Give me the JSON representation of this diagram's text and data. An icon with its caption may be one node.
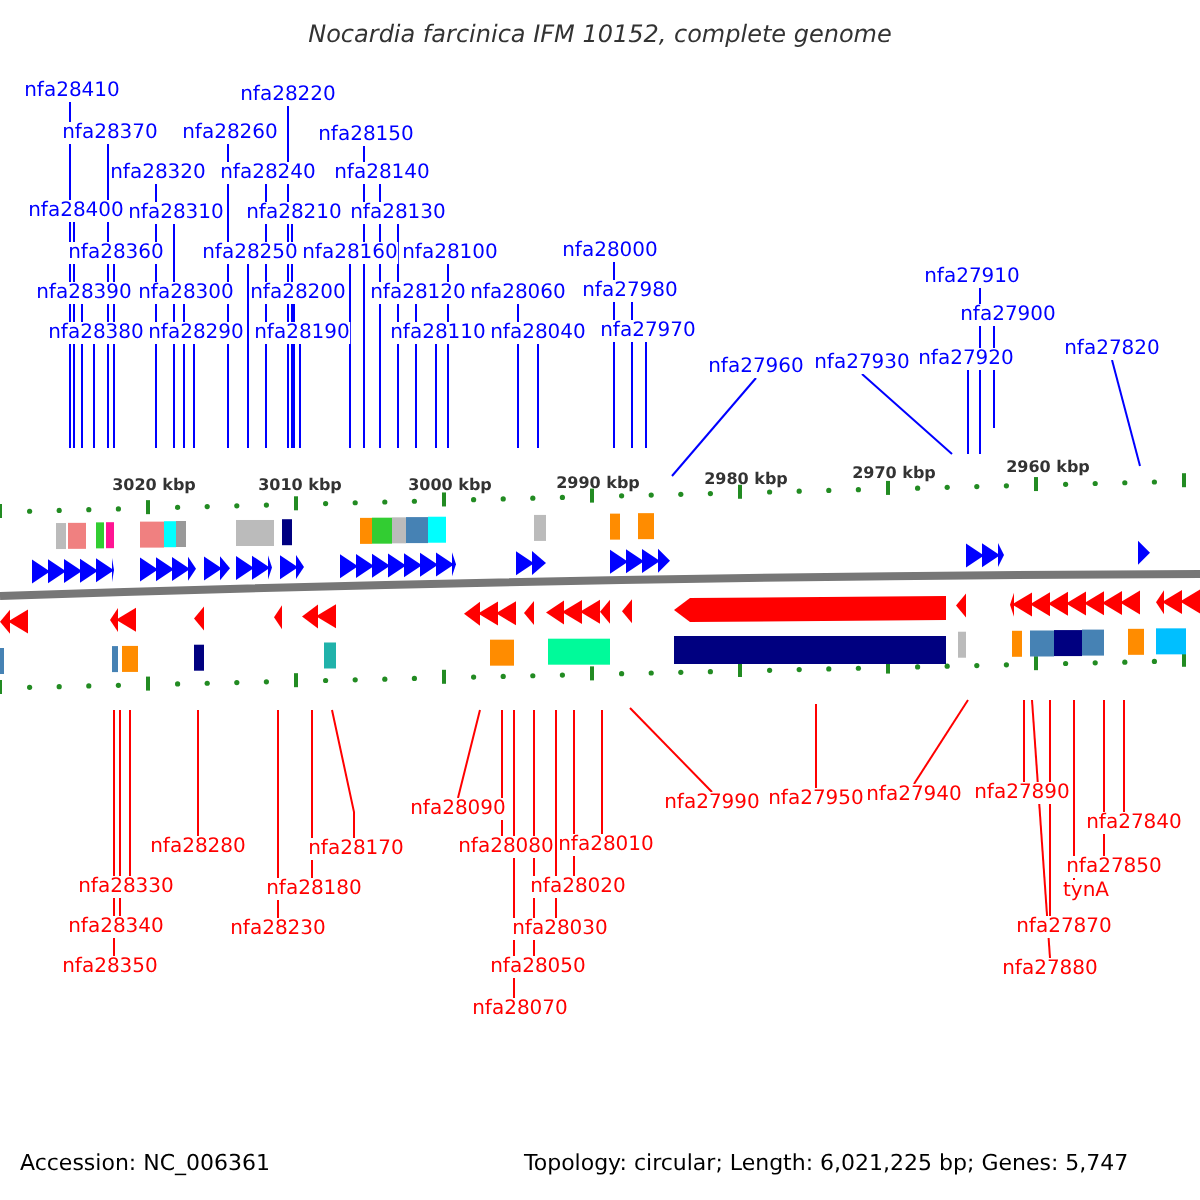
{
  "diagram": {
    "title": "Nocardia farcinica IFM 10152, complete genome",
    "nodes": [
      {
        "text": [
          "nfa28410"
        ]
      },
      {
        "text": [
          "nfa28220"
        ]
      },
      {
        "text": [
          "nfa28370"
        ]
      },
      {
        "text": [
          "nfa28260"
        ]
      },
      {
        "text": [
          "nfa28150"
        ]
      },
      {
        "text": [
          "nfa28320"
        ]
      },
      {
        "text": [
          "nfa28240"
        ]
      },
      {
        "text": [
          "nfa28140"
        ]
      },
      {
        "text": [
          "nfa28400"
        ]
      },
      {
        "text": [
          "nfa28310"
        ]
      },
      {
        "text": [
          "nfa28210"
        ]
      },
      {
        "text": [
          "nfa28130"
        ]
      },
      {
        "text": [
          "nfa28000"
        ]
      },
      {
        "text": [
          "nfa28360"
        ]
      },
      {
        "text": [
          "nfa28250"
        ]
      },
      {
        "text": [
          "nfa28160"
        ]
      },
      {
        "text": [
          "nfa28100"
        ]
      },
      {
        "text": [
          "nfa27910"
        ]
      },
      {
        "text": [
          "nfa28390"
        ]
      },
      {
        "text": [
          "nfa28300"
        ]
      },
      {
        "text": [
          "nfa28200"
        ]
      },
      {
        "text": [
          "nfa28120"
        ]
      },
      {
        "text": [
          "nfa28060"
        ]
      },
      {
        "text": [
          "nfa27980"
        ]
      },
      {
        "text": [
          "nfa27900"
        ]
      },
      {
        "text": [
          "nfa28380"
        ]
      },
      {
        "text": [
          "nfa28290"
        ]
      },
      {
        "text": [
          "nfa28190"
        ]
      },
      {
        "text": [
          "nfa28110"
        ]
      },
      {
        "text": [
          "nfa28040"
        ]
      },
      {
        "text": [
          "nfa27970"
        ]
      },
      {
        "text": [
          "nfa27820"
        ]
      },
      {
        "text": [
          "nfa27920"
        ]
      },
      {
        "text": [
          "nfa27930"
        ]
      },
      {
        "text": [
          "nfa27960"
        ]
      },
      {
        "text": [
          "nfa28090"
        ]
      },
      {
        "text": [
          "nfa27990"
        ]
      },
      {
        "text": [
          "nfa27950"
        ]
      },
      {
        "text": [
          "nfa27940"
        ]
      },
      {
        "text": [
          "nfa27890"
        ]
      },
      {
        "text": [
          "nfa28280"
        ]
      },
      {
        "text": [
          "nfa28170"
        ]
      },
      {
        "text": [
          "nfa28080"
        ]
      },
      {
        "text": [
          "nfa28010"
        ]
      },
      {
        "text": [
          "nfa27840"
        ]
      },
      {
        "text": [
          "nfa27850"
        ]
      },
      {
        "text": [
          "nfa28330"
        ]
      },
      {
        "text": [
          "nfa28180"
        ]
      },
      {
        "text": [
          "nfa28020"
        ]
      },
      {
        "text": [
          "tynA"
        ]
      },
      {
        "text": [
          "nfa28340"
        ]
      },
      {
        "text": [
          "nfa28230"
        ]
      },
      {
        "text": [
          "nfa28030"
        ]
      },
      {
        "text": [
          "nfa27870"
        ]
      },
      {
        "text": [
          "nfa28350"
        ]
      },
      {
        "text": [
          "nfa28050"
        ]
      },
      {
        "text": [
          "nfa27880"
        ]
      },
      {
        "text": [
          "nfa28070"
        ]
      }
    ],
    "edges": [
      {
        "from": 0,
        "to": null,
        "arrow": "none"
      },
      {
        "from": 1,
        "to": null,
        "arrow": "none"
      },
      {
        "from": 2,
        "to": null,
        "arrow": "none"
      },
      {
        "from": 3,
        "to": null,
        "arrow": "none"
      },
      {
        "from": 4,
        "to": null,
        "arrow": "none"
      },
      {
        "from": 5,
        "to": null,
        "arrow": "none"
      },
      {
        "from": 6,
        "to": null,
        "arrow": "none"
      },
      {
        "from": 7,
        "to": null,
        "arrow": "none"
      },
      {
        "from": 8,
        "to": null,
        "arrow": "none"
      },
      {
        "from": 9,
        "to": null,
        "arrow": "none"
      },
      {
        "from": 10,
        "to": null,
        "arrow": "none"
      },
      {
        "from": 11,
        "to": null,
        "arrow": "none"
      },
      {
        "from": 12,
        "to": null,
        "arrow": "none"
      },
      {
        "from": 13,
        "to": null,
        "arrow": "none"
      },
      {
        "from": 14,
        "to": null,
        "arrow": "none"
      },
      {
        "from": 15,
        "to": null,
        "arrow": "none"
      },
      {
        "from": 16,
        "to": null,
        "arrow": "none"
      },
      {
        "from": 17,
        "to": null,
        "arrow": "none"
      },
      {
        "from": 18,
        "to": null,
        "arrow": "none"
      },
      {
        "from": 19,
        "to": null,
        "arrow": "none"
      },
      {
        "from": 20,
        "to": null,
        "arrow": "none"
      },
      {
        "from": 21,
        "to": null,
        "arrow": "none"
      },
      {
        "from": 22,
        "to": null,
        "arrow": "none"
      },
      {
        "from": 23,
        "to": null,
        "arrow": "none"
      },
      {
        "from": 24,
        "to": null,
        "arrow": "none"
      },
      {
        "from": 25,
        "to": null,
        "arrow": "none"
      },
      {
        "from": 26,
        "to": null,
        "arrow": "none"
      },
      {
        "from": 27,
        "to": null,
        "arrow": "none"
      },
      {
        "from": 28,
        "to": null,
        "arrow": "none"
      },
      {
        "from": 29,
        "to": null,
        "arrow": "none"
      },
      {
        "from": 30,
        "to": null,
        "arrow": "none"
      },
      {
        "from": 31,
        "to": null,
        "arrow": "none"
      },
      {
        "from": 32,
        "to": null,
        "arrow": "none"
      },
      {
        "from": 33,
        "to": null,
        "arrow": "none"
      },
      {
        "from": 34,
        "to": null,
        "arrow": "none"
      },
      {
        "from": 35,
        "to": null,
        "arrow": "none",
        "color": "#ff0000"
      },
      {
        "from": 36,
        "to": null,
        "arrow": "none",
        "color": "#ff0000"
      },
      {
        "from": 37,
        "to": null,
        "arrow": "none",
        "color": "#ff0000"
      },
      {
        "from": 38,
        "to": null,
        "arrow": "none",
        "color": "#ff0000"
      },
      {
        "from": 39,
        "to": null,
        "arrow": "none",
        "color": "#ff0000"
      },
      {
        "from": 40,
        "to": null,
        "arrow": "none",
        "color": "#ff0000"
      },
      {
        "from": 41,
        "to": null,
        "arrow": "none",
        "color": "#ff0000"
      },
      {
        "from": 42,
        "to": null,
        "arrow": "none",
        "color": "#ff0000"
      },
      {
        "from": 43,
        "to": null,
        "arrow": "none",
        "color": "#ff0000"
      },
      {
        "from": 44,
        "to": null,
        "arrow": "none",
        "color": "#ff0000"
      },
      {
        "from": 45,
        "to": null,
        "arrow": "none",
        "color": "#ff0000"
      },
      {
        "from": 46,
        "to": null,
        "arrow": "none",
        "color": "#ff0000"
      },
      {
        "from": 47,
        "to": null,
        "arrow": "none",
        "color": "#ff0000"
      },
      {
        "from": 48,
        "to": null,
        "arrow": "none",
        "color": "#ff0000"
      },
      {
        "from": 49,
        "to": null,
        "arrow": "none",
        "color": "#ff0000"
      },
      {
        "from": 50,
        "to": null,
        "arrow": "none",
        "color": "#ff0000"
      },
      {
        "from": 51,
        "to": null,
        "arrow": "none",
        "color": "#ff0000"
      },
      {
        "from": 52,
        "to": null,
        "arrow": "none",
        "color": "#ff0000"
      },
      {
        "from": 53,
        "to": null,
        "arrow": "none",
        "color": "#ff0000"
      },
      {
        "from": 54,
        "to": null,
        "arrow": "none",
        "color": "#ff0000"
      },
      {
        "from": 55,
        "to": null,
        "arrow": "none",
        "color": "#ff0000"
      },
      {
        "from": 56,
        "to": null,
        "arrow": "none",
        "color": "#ff0000"
      },
      {
        "from": 57,
        "to": null,
        "arrow": "none",
        "color": "#ff0000"
      }
    ],
    "labels": [
      "3020 kbp",
      "3010 kbp",
      "3000 kbp",
      "2990 kbp",
      "2980 kbp",
      "2970 kbp",
      "2960 kbp",
      "Accession: NC_006361",
      "Topology: circular; Length: 6,021,225 bp; Genes: 5,747"
    ]
  }
}
